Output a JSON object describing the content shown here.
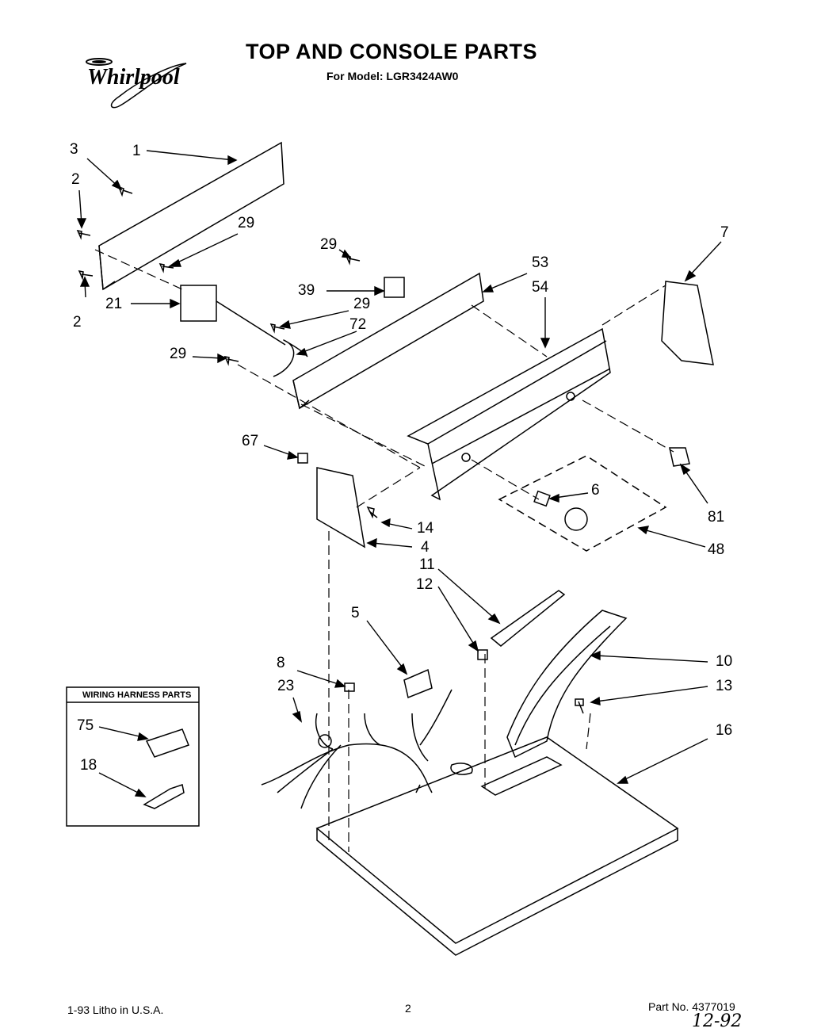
{
  "header": {
    "brand": "Whirlpool",
    "title": "TOP AND CONSOLE PARTS",
    "model_line": "For Model: LGR3424AW0"
  },
  "callouts": [
    {
      "id": "c1",
      "label": "1"
    },
    {
      "id": "c3",
      "label": "3"
    },
    {
      "id": "c2a",
      "label": "2"
    },
    {
      "id": "c2b",
      "label": "2"
    },
    {
      "id": "c29a",
      "label": "29"
    },
    {
      "id": "c21",
      "label": "21"
    },
    {
      "id": "c29b",
      "label": "29"
    },
    {
      "id": "c39",
      "label": "39"
    },
    {
      "id": "c29c",
      "label": "29"
    },
    {
      "id": "c72",
      "label": "72"
    },
    {
      "id": "c29d",
      "label": "29"
    },
    {
      "id": "c7",
      "label": "7"
    },
    {
      "id": "c53",
      "label": "53"
    },
    {
      "id": "c54",
      "label": "54"
    },
    {
      "id": "c67",
      "label": "67"
    },
    {
      "id": "c6",
      "label": "6"
    },
    {
      "id": "c81",
      "label": "81"
    },
    {
      "id": "c14",
      "label": "14"
    },
    {
      "id": "c4",
      "label": "4"
    },
    {
      "id": "c48",
      "label": "48"
    },
    {
      "id": "c11",
      "label": "11"
    },
    {
      "id": "c12",
      "label": "12"
    },
    {
      "id": "c5",
      "label": "5"
    },
    {
      "id": "c8",
      "label": "8"
    },
    {
      "id": "c10",
      "label": "10"
    },
    {
      "id": "c23",
      "label": "23"
    },
    {
      "id": "c13",
      "label": "13"
    },
    {
      "id": "c16",
      "label": "16"
    }
  ],
  "wiring_box": {
    "title": "WIRING HARNESS PARTS",
    "items": [
      {
        "label": "75"
      },
      {
        "label": "18"
      }
    ]
  },
  "footer": {
    "left": "1-93  Litho in U.S.A.",
    "page": "2",
    "part_no": "Part No. 4377019",
    "handwritten": "12-92"
  }
}
